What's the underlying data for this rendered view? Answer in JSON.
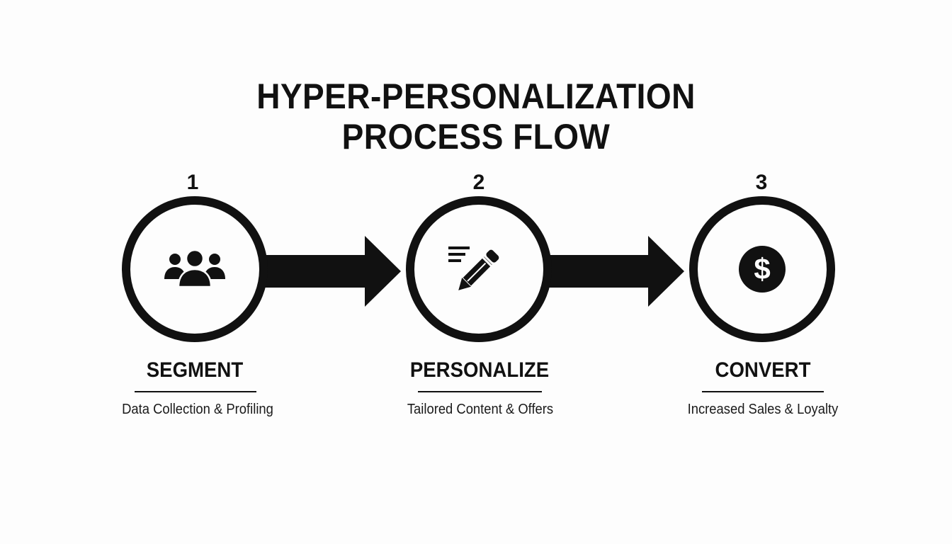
{
  "diagram": {
    "title_line1": "HYPER-PERSONALIZATION",
    "title_line2": "PROCESS FLOW",
    "steps": [
      {
        "number": "1",
        "label": "SEGMENT",
        "description": "Data Collection & Profiling",
        "icon": "users-group-icon"
      },
      {
        "number": "2",
        "label": "PERSONALIZE",
        "description": "Tailored Content & Offers",
        "icon": "pencil-edit-icon"
      },
      {
        "number": "3",
        "label": "CONVERT",
        "description": "Increased Sales & Loyalty",
        "icon": "dollar-coin-icon"
      }
    ],
    "colors": {
      "ink": "#111111",
      "background": "#fdfdfd"
    }
  }
}
